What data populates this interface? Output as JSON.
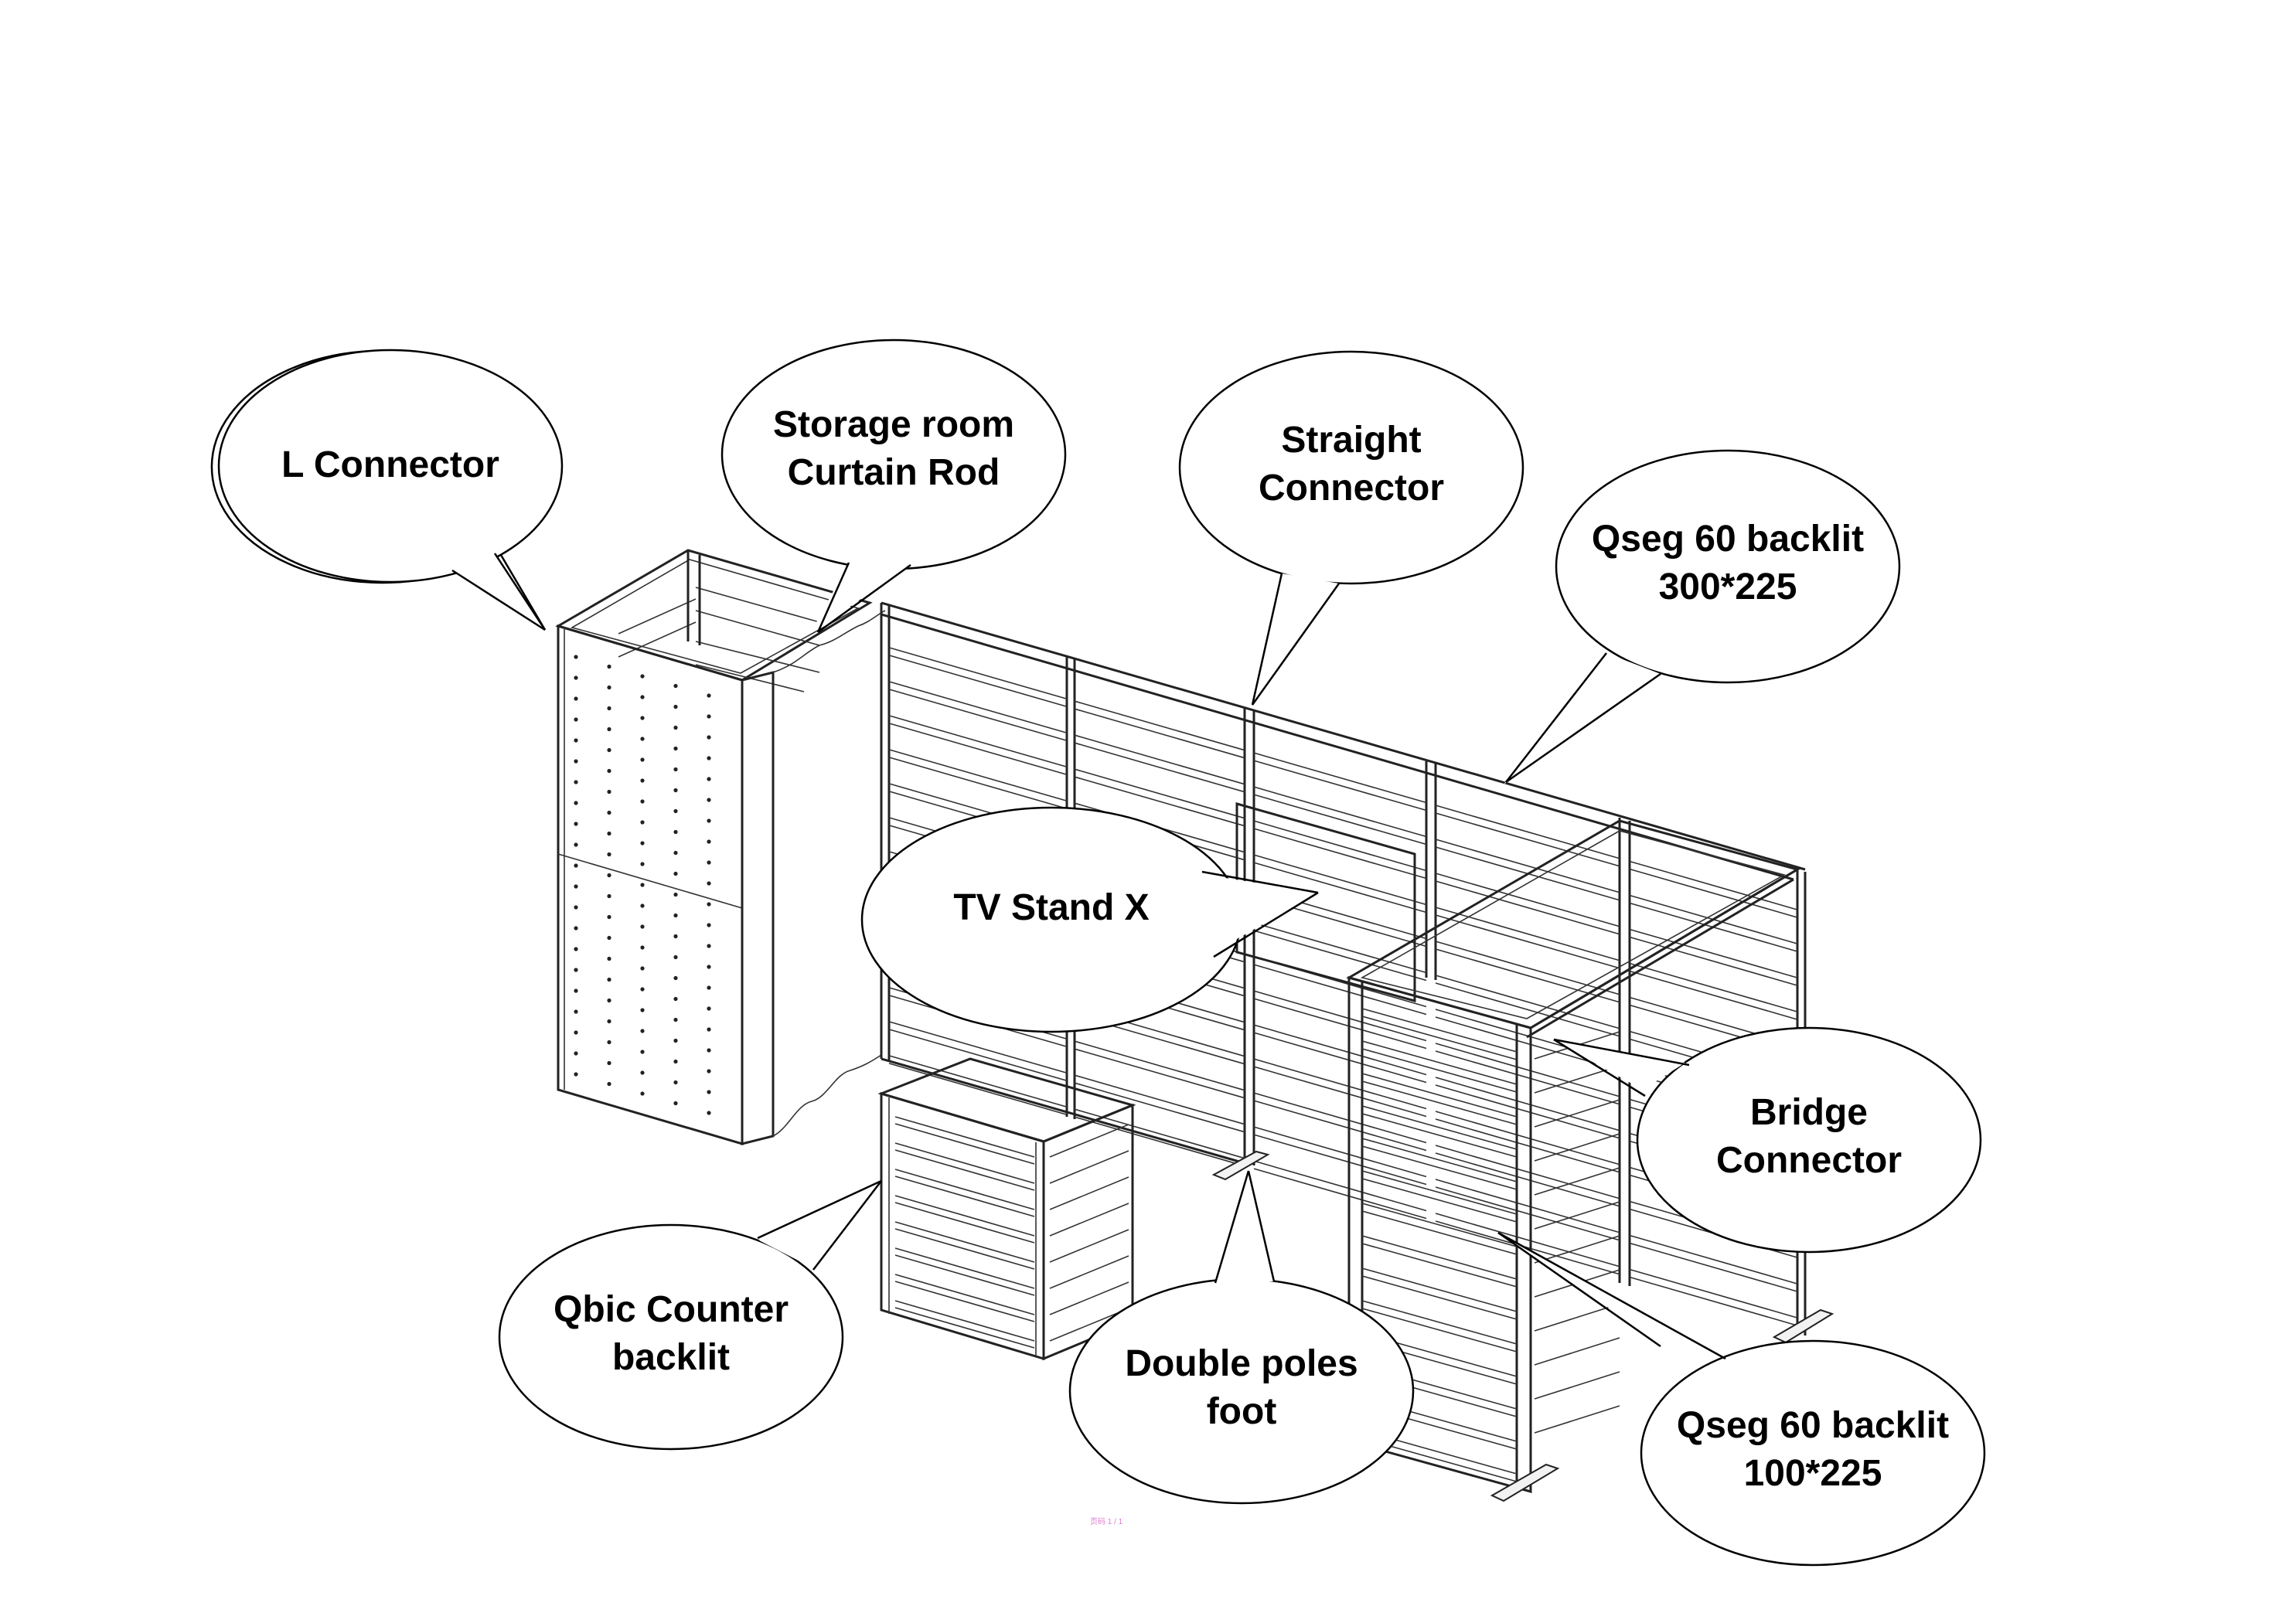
{
  "callouts": [
    {
      "id": "l-connector",
      "lines": [
        "L Connector"
      ]
    },
    {
      "id": "storage-room-curtain-rod",
      "lines": [
        "Storage room",
        "Curtain Rod"
      ]
    },
    {
      "id": "straight-connector",
      "lines": [
        "Straight",
        "Connector"
      ]
    },
    {
      "id": "qseg-300",
      "lines": [
        "Qseg 60 backlit",
        "300*225"
      ]
    },
    {
      "id": "tv-stand-x",
      "lines": [
        "TV Stand X"
      ]
    },
    {
      "id": "bridge-connector",
      "lines": [
        "Bridge",
        "Connector"
      ]
    },
    {
      "id": "qbic-counter",
      "lines": [
        "Qbic Counter",
        "backlit"
      ]
    },
    {
      "id": "double-poles-foot",
      "lines": [
        "Double poles",
        "foot"
      ]
    },
    {
      "id": "qseg-100",
      "lines": [
        "Qseg 60 backlit",
        "100*225"
      ]
    }
  ],
  "page_mark": "页码 1 / 1"
}
